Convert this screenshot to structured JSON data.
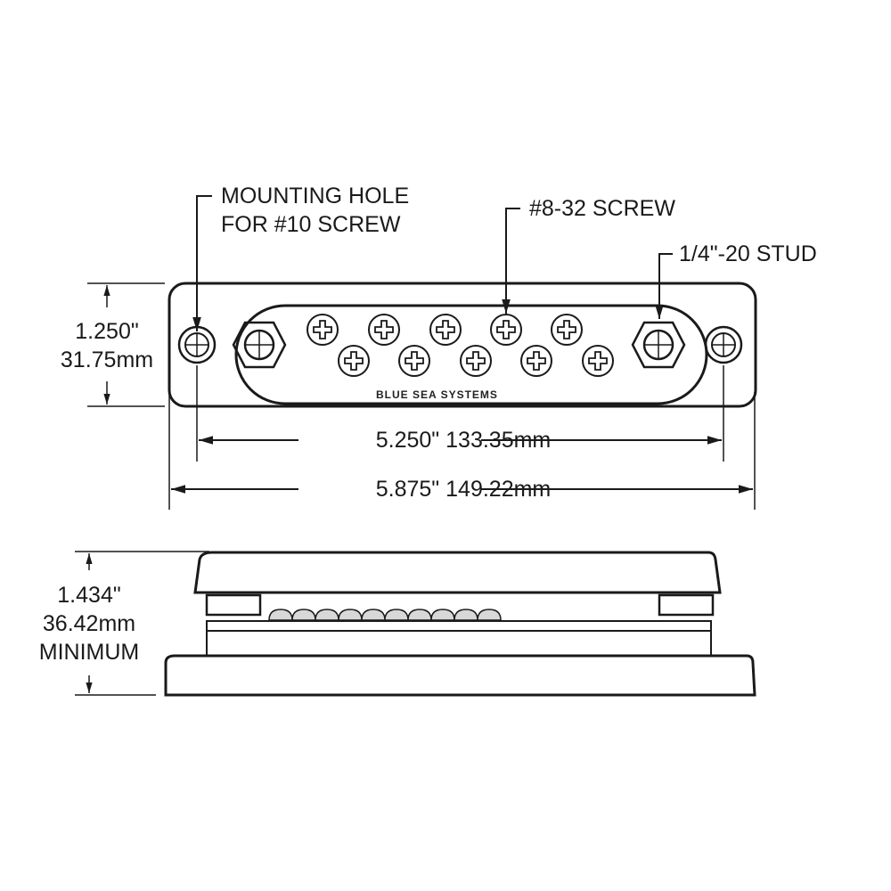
{
  "diagram": {
    "title": "Bus bar dimension drawing",
    "top_view": {
      "callouts": {
        "mounting_hole_line1": "MOUNTING HOLE",
        "mounting_hole_line2": "FOR #10 SCREW",
        "screw": "#8-32 SCREW",
        "stud": "1/4\"-20 STUD"
      },
      "brand": "BLUE SEA SYSTEMS",
      "height_in": "1.250\"",
      "height_mm": "31.75mm",
      "hole_spacing": "5.250\" 133.35mm",
      "overall_length": "5.875\" 149.22mm",
      "screw_count": 10
    },
    "side_view": {
      "height_in": "1.434\"",
      "height_mm": "36.42mm",
      "height_note": "MINIMUM"
    },
    "colors": {
      "line": "#1a1a1a",
      "background": "#ffffff",
      "screw_fill": "#d8d8d8"
    }
  }
}
